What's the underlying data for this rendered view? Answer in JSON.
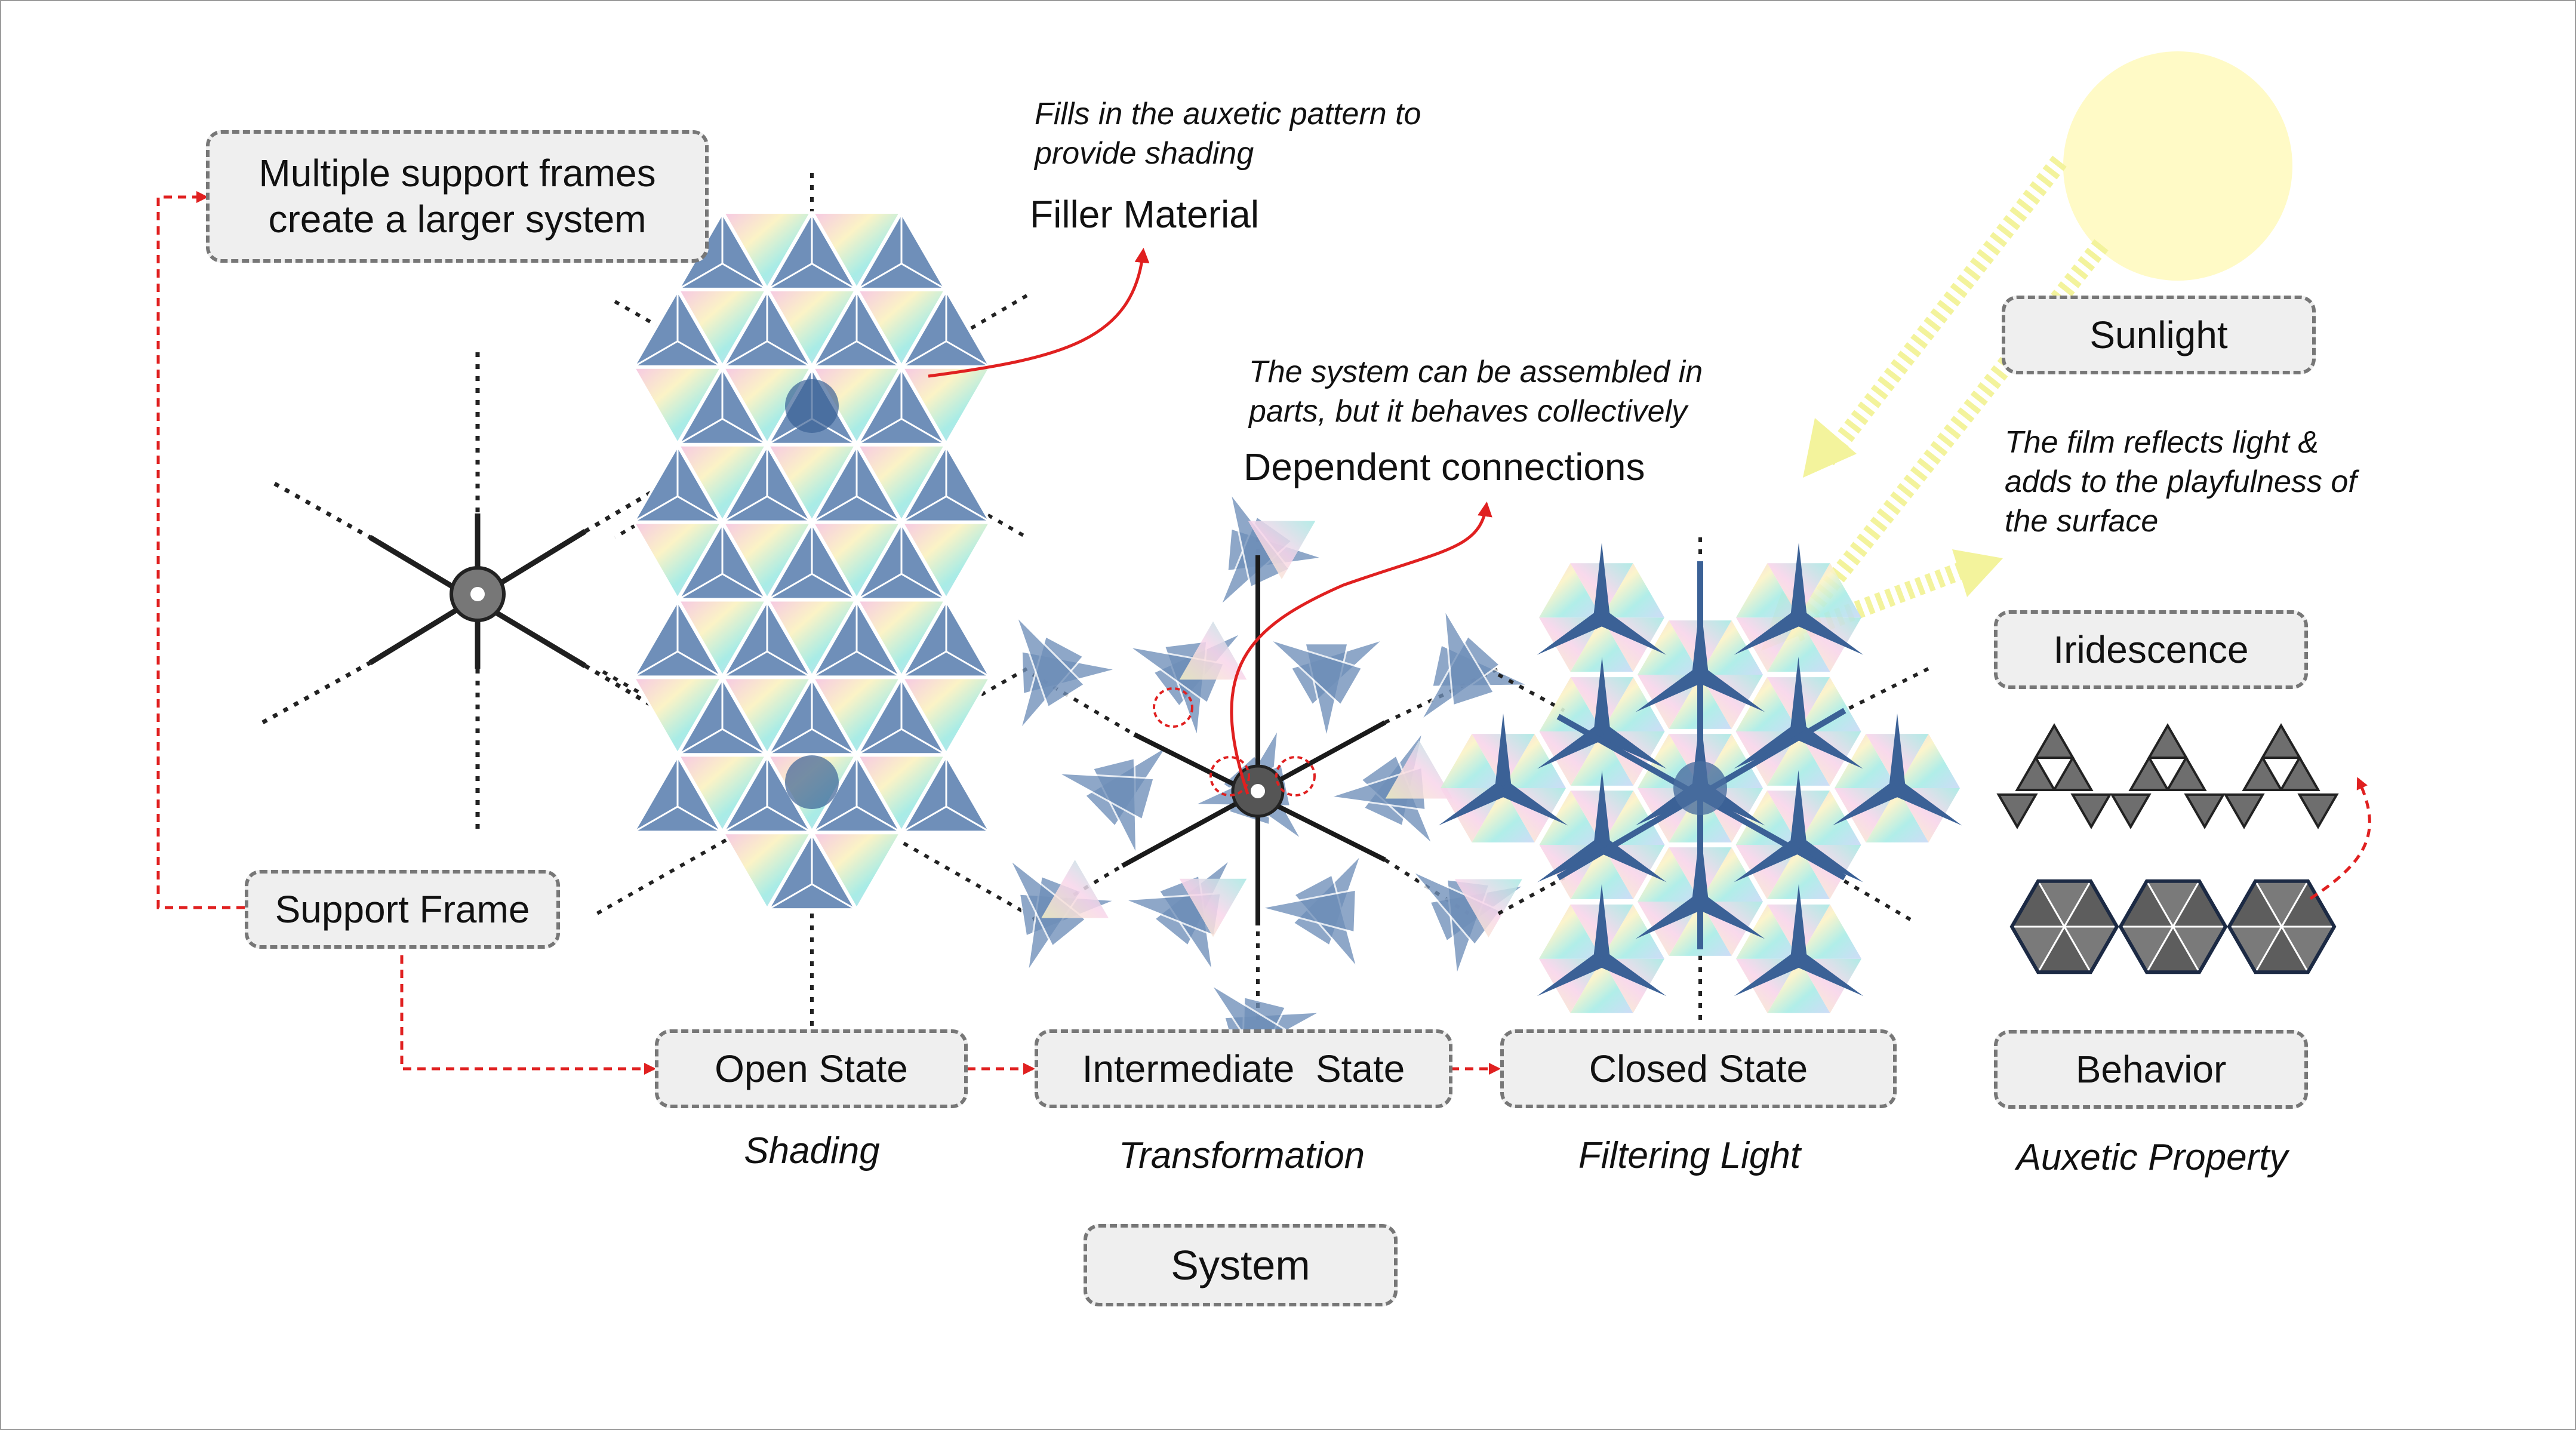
{
  "boxes": {
    "multiple_frames": "Multiple support frames create a larger system",
    "support_frame": "Support Frame",
    "open_state": "Open State",
    "intermediate_state": "Intermediate  State",
    "closed_state": "Closed State",
    "system": "System",
    "sunlight": "Sunlight",
    "iridescence": "Iridescence",
    "behavior": "Behavior"
  },
  "captions": {
    "shading": "Shading",
    "transformation": "Transformation",
    "filtering_light": "Filtering Light",
    "auxetic_property": "Auxetic Property"
  },
  "notes": {
    "filler_note": "Fills in the auxetic pattern to provide shading",
    "filler_label": "Filler Material",
    "dependent_note": "The system can be assembled in parts, but it behaves collectively",
    "dependent_label": "Dependent connections",
    "film_note": "The film reflects light & adds to the playfulness of the surface"
  },
  "colors": {
    "panel_blue": "#6f8fb9",
    "panel_dark_blue": "#3b6196",
    "frame_black": "#1a1a1a",
    "arrow_red": "#e02020",
    "sun_yellow": "#fffac6",
    "sunray_yellow": "#f6f6a8",
    "box_fill": "#efefef",
    "box_border": "#777777",
    "behavior_gray": "#6e6e6e"
  }
}
